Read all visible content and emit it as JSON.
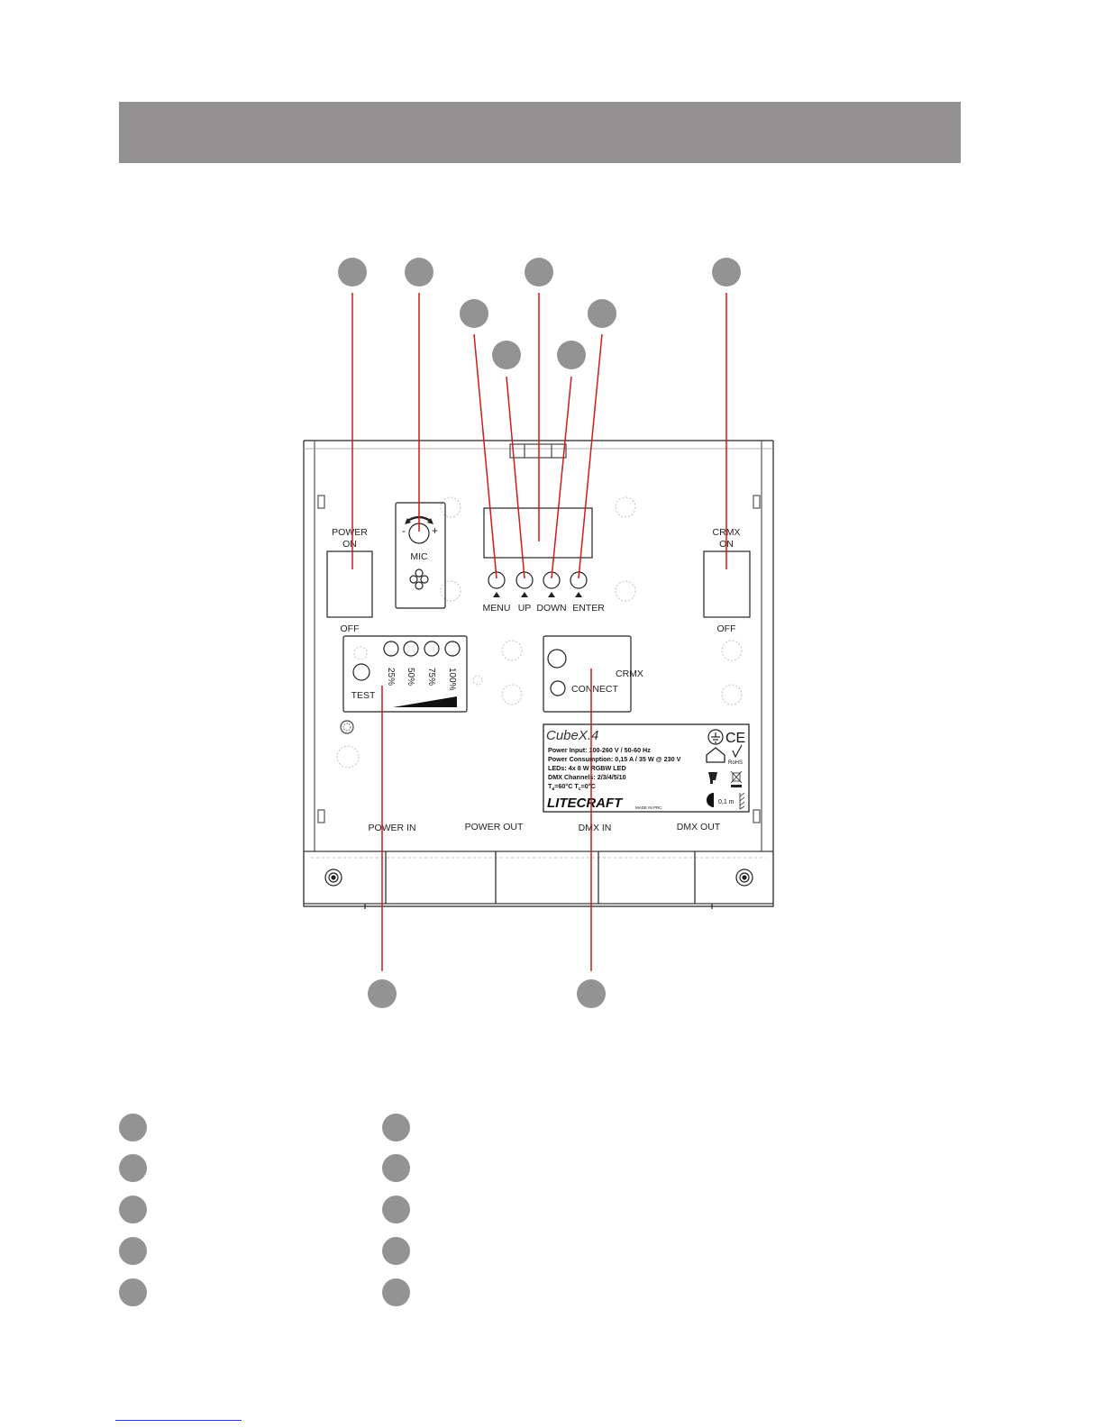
{
  "device": {
    "power_switch": {
      "title": "POWER",
      "on": "ON",
      "off": "OFF"
    },
    "crmx_switch": {
      "title": "CRMX",
      "on": "ON",
      "off": "OFF"
    },
    "mic": {
      "label": "MIC",
      "minus": "-",
      "plus": "+"
    },
    "buttons": [
      {
        "label": "MENU"
      },
      {
        "label": "UP"
      },
      {
        "label": "DOWN"
      },
      {
        "label": "ENTER"
      }
    ],
    "test_panel": {
      "test_label": "TEST",
      "levels": [
        "25%",
        "50%",
        "75%",
        "100%"
      ]
    },
    "crmx_panel": {
      "crmx_label": "CRMX",
      "connect_label": "CONNECT"
    },
    "rating_label": {
      "model": "CubeX.4",
      "lines": [
        "Power Input: 100-260 V / 50-60 Hz",
        "Power Consumption: 0,15 A / 35 W @ 230 V",
        "LEDs: 4x 8 W RGBW LED",
        "DMX Channels: 2/3/4/5/10"
      ],
      "temp_a": "T",
      "temp_a_sub": "a",
      "temp_a_val": "=60°C T",
      "temp_c_sub": "c",
      "temp_c_val": "=0°C",
      "brand": "LITECRAFT",
      "made_in": "MADE IN PRC",
      "ce": "CE",
      "rohs": "RoHS",
      "distance": "0,1 m"
    },
    "ports": [
      "POWER IN",
      "POWER OUT",
      "DMX IN",
      "DMX OUT"
    ]
  },
  "colors": {
    "header_bar": "#929091",
    "callout_dot": "#949393",
    "leader_line": "#d11a1a",
    "outline": "#222222"
  }
}
